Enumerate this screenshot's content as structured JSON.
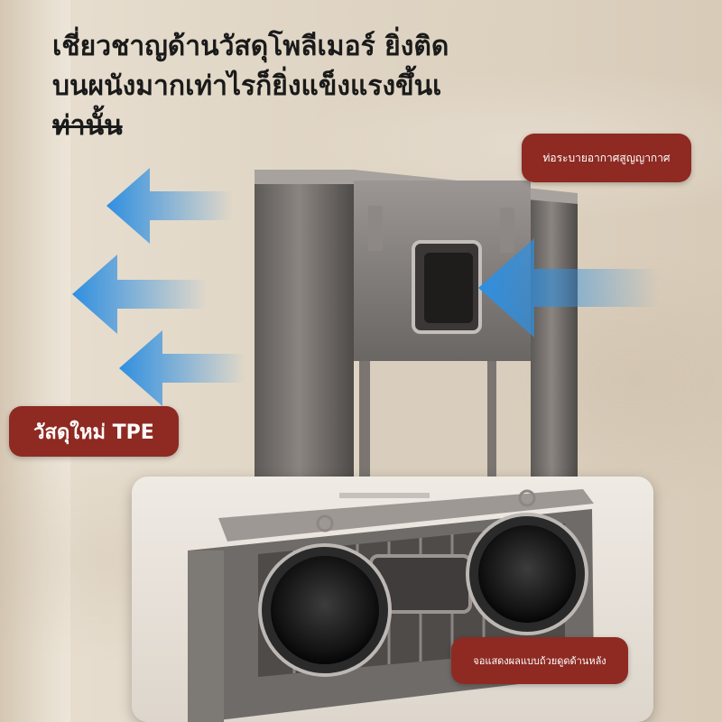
{
  "headline": {
    "line1": "เชี่ยวชาญด้านวัสดุโพลีเมอร์ ยิ่งติด",
    "line2": "บนผนังมากเท่าไรก็ยิ่งแข็งแรงขึ้นเ",
    "line3": "ท่านั้น"
  },
  "labels": {
    "vent": "ท่อระบายอากาศสูญญากาศ",
    "tpe": "วัสดุใหม่ TPE",
    "suction": "จอแสดงผลแบบถ้วยดูดด้านหลัง"
  },
  "colors": {
    "badge": "#8e2a22",
    "arrow": "#2f8fe0",
    "metal": "#6f6b68"
  },
  "icons": [
    "airflow-arrow-icon",
    "suction-cup-icon"
  ]
}
